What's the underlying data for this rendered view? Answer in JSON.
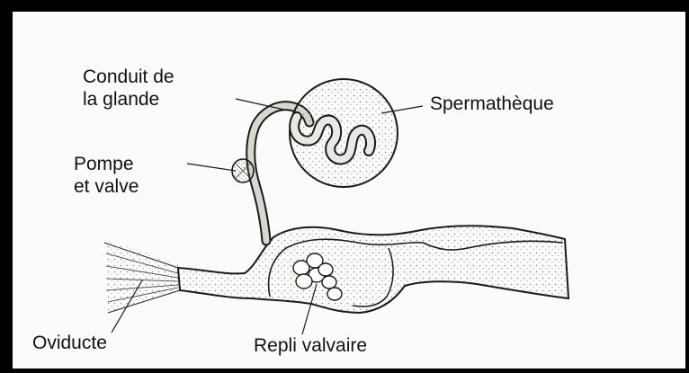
{
  "figure": {
    "labels": {
      "conduit_line1": "Conduit de",
      "conduit_line2": "la glande",
      "spermatheque": "Spermathèque",
      "pompe_line1": "Pompe",
      "pompe_line2": "et valve",
      "oviducte": "Oviducte",
      "repli": "Repli valvaire"
    },
    "colors": {
      "frame": "#000000",
      "background": "#fbfbf9",
      "ink": "#111111",
      "stipple": "#8a8a8a"
    }
  }
}
